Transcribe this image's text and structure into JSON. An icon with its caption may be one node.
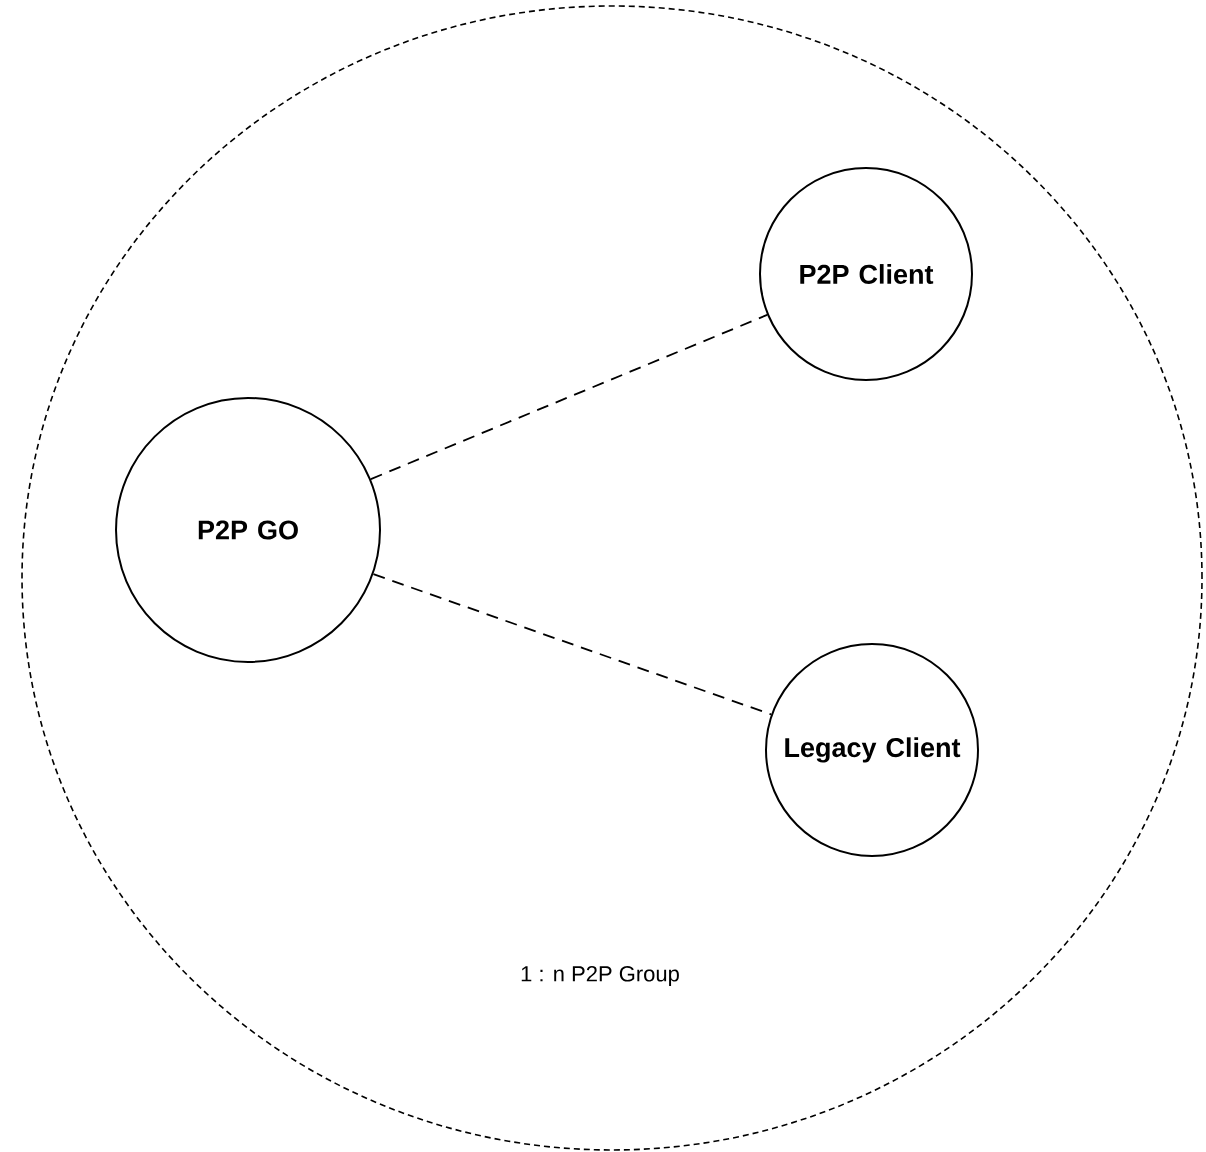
{
  "diagram": {
    "nodes": [
      {
        "text": [
          "1 : n P2P Group"
        ]
      },
      {
        "text": [
          "P2P GO"
        ],
        "in": 0
      },
      {
        "text": [
          "P2P Client"
        ],
        "in": 0
      },
      {
        "text": [
          "Legacy Client"
        ],
        "in": 0
      }
    ],
    "edges": [
      {
        "from": 1,
        "to": 2,
        "arrow": "none",
        "style": "dashed"
      },
      {
        "from": 1,
        "to": 3,
        "arrow": "none",
        "style": "dashed"
      }
    ]
  }
}
